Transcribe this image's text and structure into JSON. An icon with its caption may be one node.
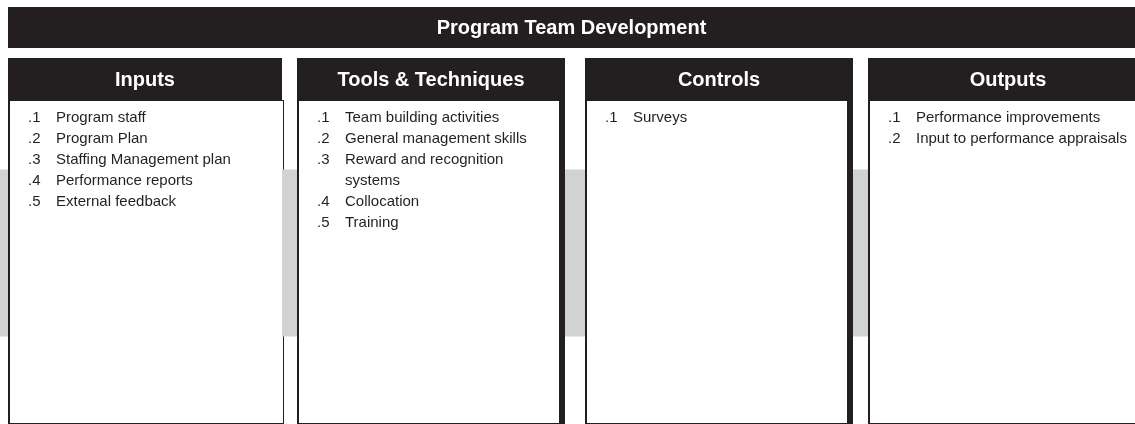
{
  "diagram": {
    "title": "Program Team Development",
    "nodes": [
      {
        "text": [
          "Inputs",
          ".1",
          "Program staff",
          ".2",
          "Program Plan",
          ".3",
          "Staffing Management plan",
          ".4",
          "Performance reports",
          ".5",
          "External feedback"
        ]
      },
      {
        "text": [
          "Tools & Techniques",
          ".1",
          "Team building activities",
          ".2",
          "General management skills",
          ".3",
          "Reward and recognition systems",
          ".4",
          "Collocation",
          ".5",
          "Training"
        ]
      },
      {
        "text": [
          "Controls",
          ".1",
          "Surveys"
        ]
      },
      {
        "text": [
          "Outputs",
          ".1",
          "Performance improvements",
          ".2",
          "Input to performance appraisals"
        ]
      }
    ],
    "edges": [
      {
        "from": null,
        "to": 0,
        "arrow": "none"
      },
      {
        "from": 0,
        "to": 1,
        "arrow": "none"
      },
      {
        "from": 1,
        "to": 2,
        "arrow": "none"
      },
      {
        "from": 2,
        "to": 3,
        "arrow": "none"
      }
    ]
  }
}
